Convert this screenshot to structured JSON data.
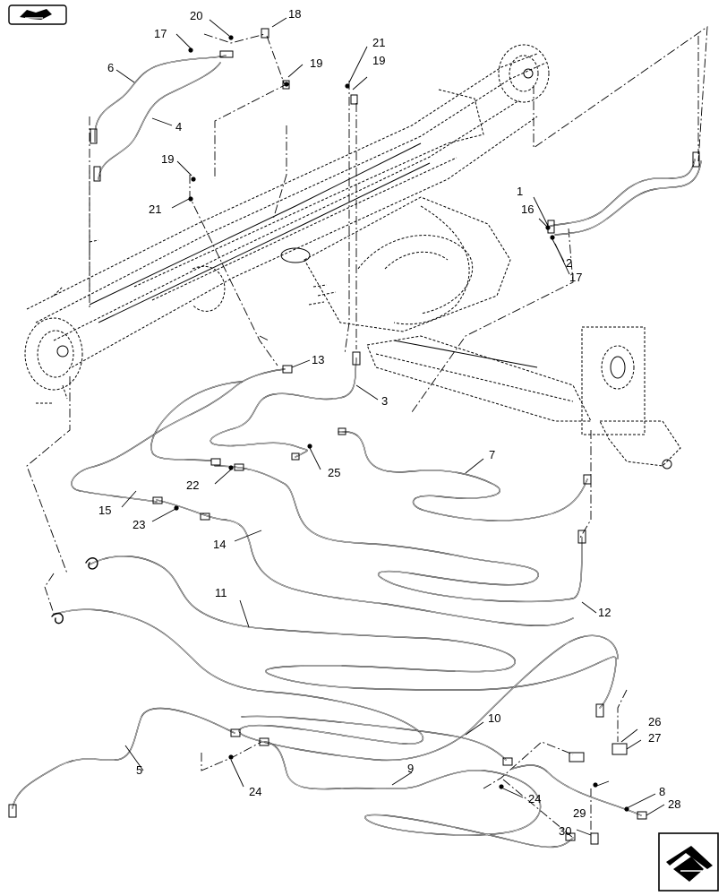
{
  "callouts": {
    "c1": "1",
    "c2": "2",
    "c3": "3",
    "c4": "4",
    "c5": "5",
    "c6": "6",
    "c7": "7",
    "c8": "8",
    "c9": "9",
    "c10": "10",
    "c11": "11",
    "c12": "12",
    "c13": "13",
    "c14": "14",
    "c15": "15",
    "c16": "16",
    "c17a": "17",
    "c17b": "17",
    "c18": "18",
    "c19a": "19",
    "c19b": "19",
    "c19c": "19",
    "c20": "20",
    "c21a": "21",
    "c21b": "21",
    "c22": "22",
    "c23": "23",
    "c24a": "24",
    "c24b": "24",
    "c25": "25",
    "c26": "26",
    "c27": "27",
    "c28": "28",
    "c29": "29",
    "c30": "30"
  },
  "icons": {
    "top_left": "view-orientation-icon",
    "bottom_right": "next-page-arrow-icon"
  },
  "colors": {
    "line": "#000000",
    "background": "#ffffff"
  }
}
